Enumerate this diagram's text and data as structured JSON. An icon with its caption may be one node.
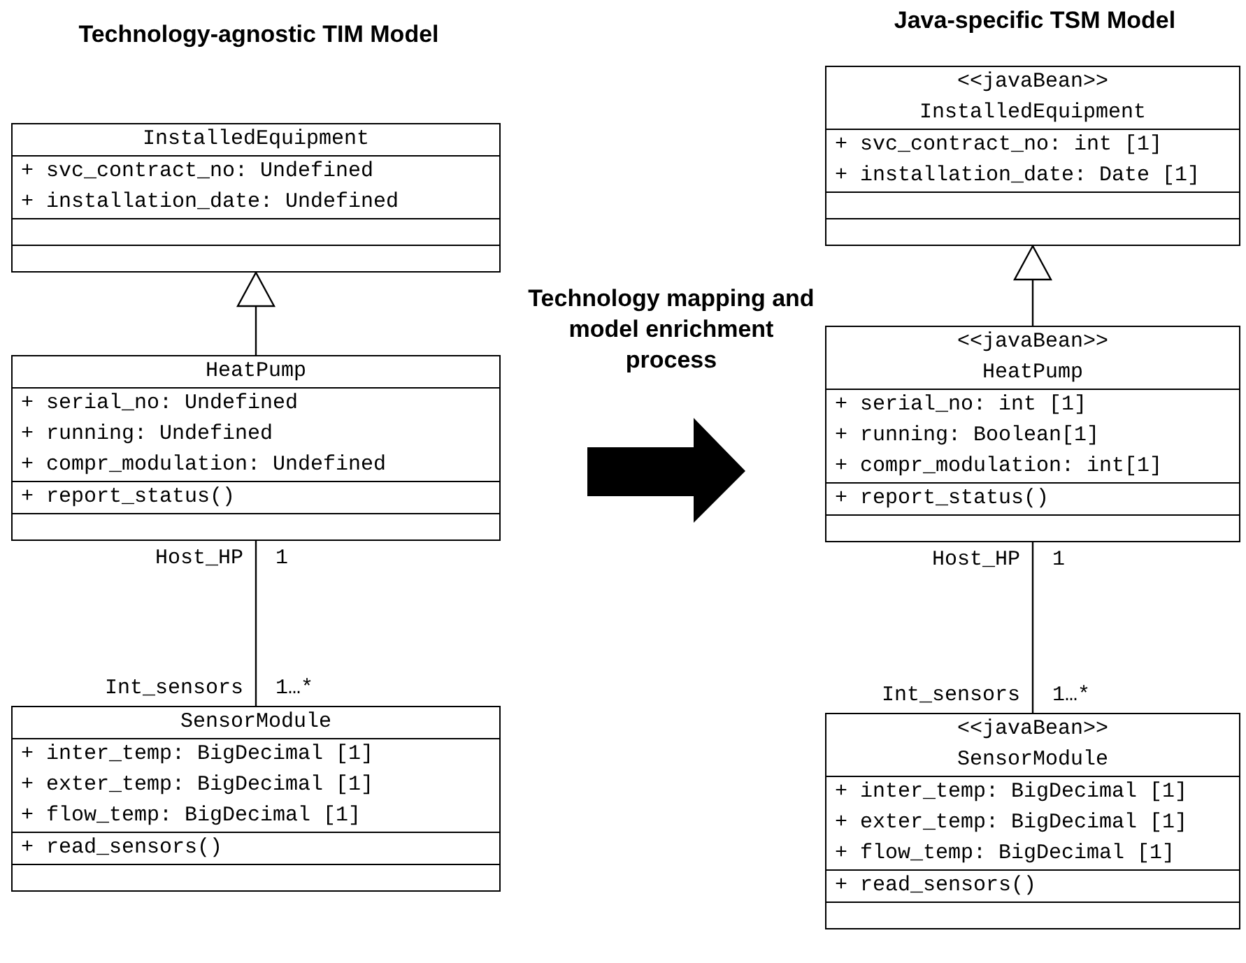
{
  "diagram": {
    "nodes": [
      {
        "text": [
          "InstalledEquipment",
          "+ svc_contract_no: Undefined",
          "+ installation_date: Undefined"
        ]
      },
      {
        "text": [
          "HeatPump",
          "+ serial_no: Undefined",
          "+ running: Undefined",
          "+ compr_modulation: Undefined",
          "+ report_status()"
        ]
      },
      {
        "text": [
          "SensorModule",
          "+ inter_temp: BigDecimal [1]",
          "+ exter_temp: BigDecimal [1]",
          "+ flow_temp: BigDecimal [1]",
          "+ read_sensors()"
        ]
      },
      {
        "text": [
          "<<javaBean>>",
          "InstalledEquipment",
          "+ svc_contract_no: int [1]",
          "+ installation_date: Date [1]"
        ]
      },
      {
        "text": [
          "<<javaBean>>",
          "HeatPump",
          "+ serial_no: int [1]",
          "+ running: Boolean[1]",
          "+ compr_modulation: int[1]",
          "+ report_status()"
        ]
      },
      {
        "text": [
          "<<javaBean>>",
          "SensorModule",
          "+ inter_temp: BigDecimal [1]",
          "+ exter_temp: BigDecimal [1]",
          "+ flow_temp: BigDecimal [1]",
          "+ read_sensors()"
        ]
      }
    ],
    "edges": [
      {
        "from": 1,
        "to": 0,
        "arrow": "to"
      },
      {
        "from": 1,
        "to": 2,
        "arrow": "none"
      },
      {
        "from": 4,
        "to": 3,
        "arrow": "to"
      },
      {
        "from": 4,
        "to": 5,
        "arrow": "none"
      }
    ],
    "labels": [
      "Technology-agnostic TIM Model",
      "Java-specific TSM Model",
      "Technology mapping and model enrichment process",
      "Host_HP",
      "1",
      "Int_sensors",
      "1…*",
      "Host_HP",
      "1",
      "Int_sensors",
      "1…*"
    ]
  }
}
